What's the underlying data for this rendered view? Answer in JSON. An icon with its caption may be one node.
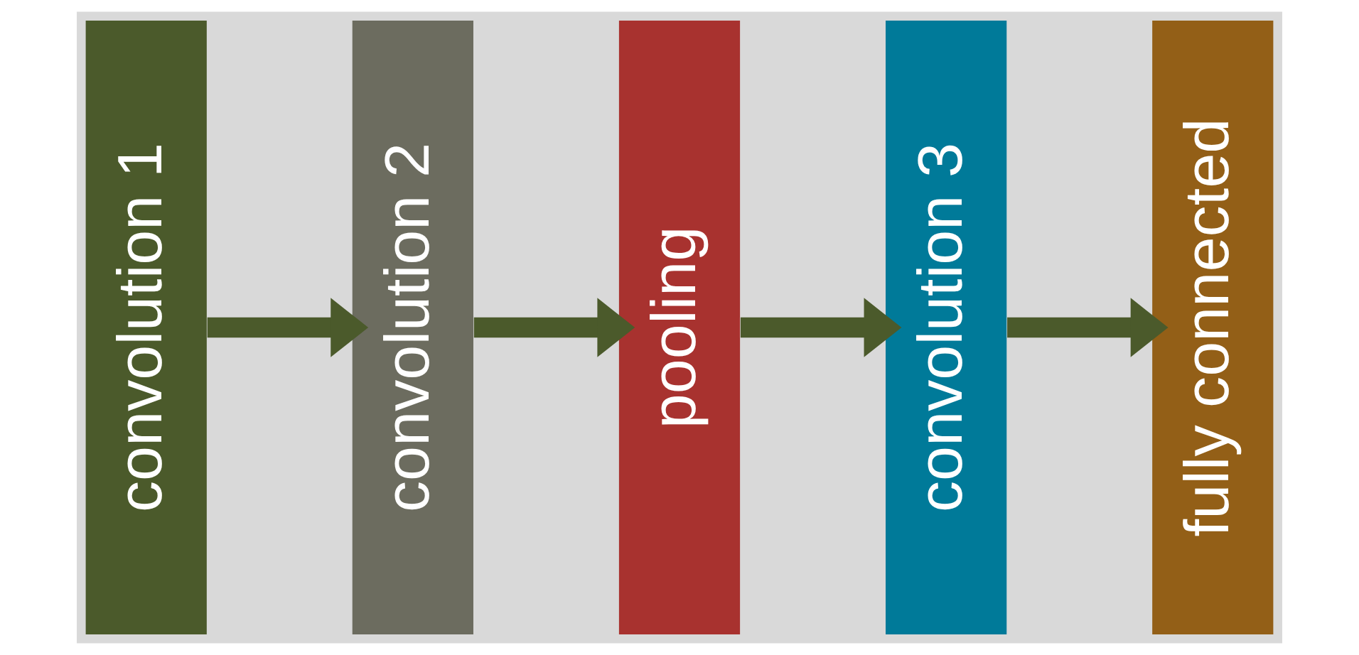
{
  "diagram": {
    "nodes": [
      {
        "text": [
          "convolution 1"
        ]
      },
      {
        "text": [
          "convolution 2"
        ]
      },
      {
        "text": [
          "pooling"
        ]
      },
      {
        "text": [
          "convolution 3"
        ]
      },
      {
        "text": [
          "fully connected"
        ]
      }
    ],
    "edges": [
      {
        "from": 0,
        "to": 1,
        "arrow": "to"
      },
      {
        "from": 1,
        "to": 2,
        "arrow": "to"
      },
      {
        "from": 2,
        "to": 3,
        "arrow": "to"
      },
      {
        "from": 3,
        "to": 4,
        "arrow": "to"
      }
    ]
  }
}
